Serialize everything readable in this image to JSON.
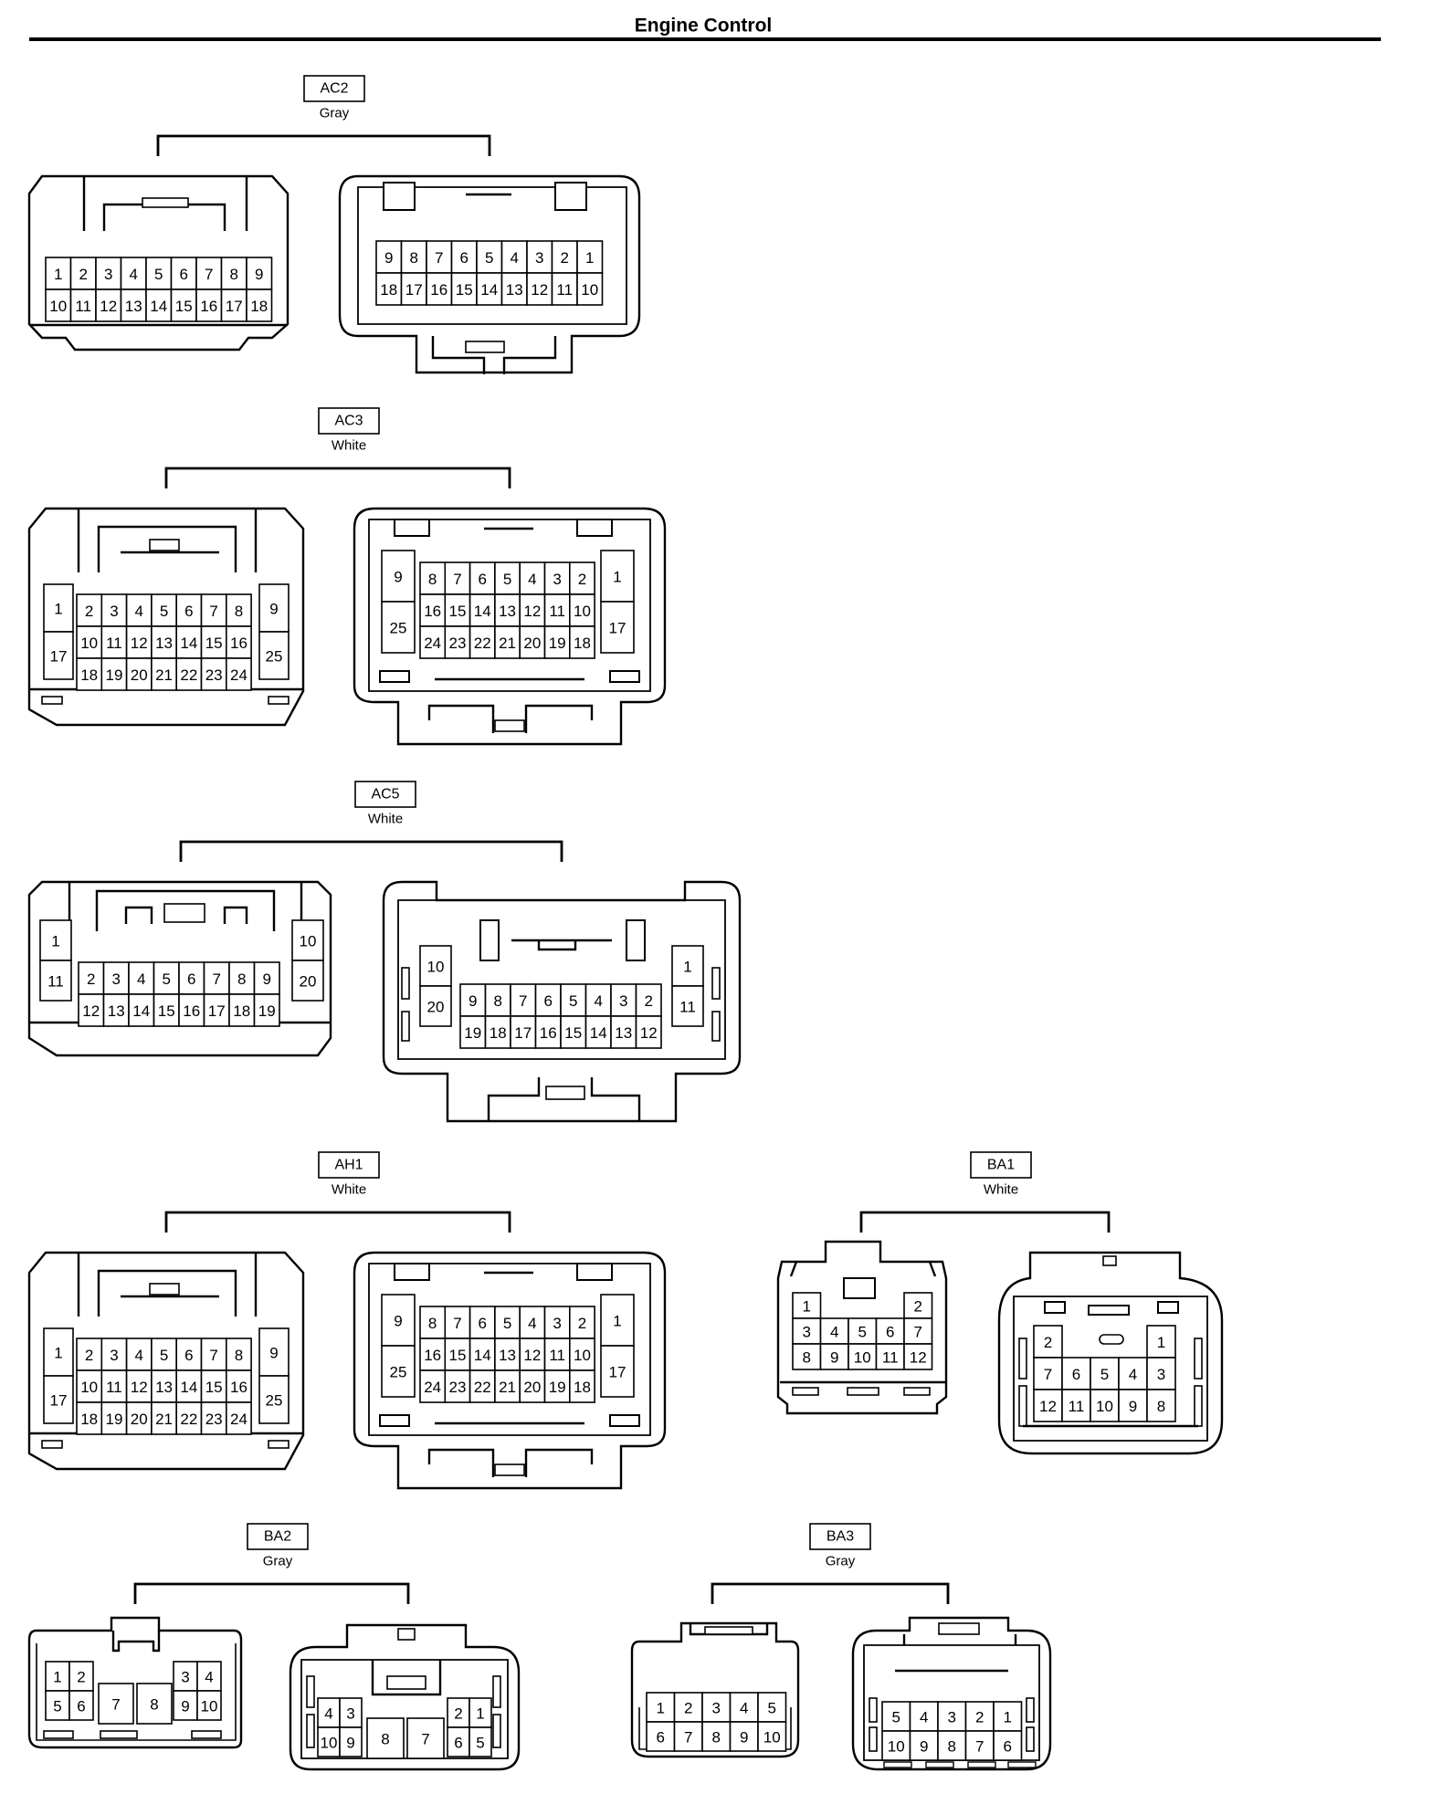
{
  "title": "Engine Control",
  "connectors": [
    {
      "id": "AC2",
      "color": "Gray",
      "views": [
        {
          "rows": [
            [
              "1",
              "2",
              "3",
              "4",
              "5",
              "6",
              "7",
              "8",
              "9"
            ],
            [
              "10",
              "11",
              "12",
              "13",
              "14",
              "15",
              "16",
              "17",
              "18"
            ]
          ]
        },
        {
          "rows": [
            [
              "9",
              "8",
              "7",
              "6",
              "5",
              "4",
              "3",
              "2",
              "1"
            ],
            [
              "18",
              "17",
              "16",
              "15",
              "14",
              "13",
              "12",
              "11",
              "10"
            ]
          ]
        }
      ]
    },
    {
      "id": "AC3",
      "color": "White",
      "views": [
        {
          "left": [
            "1",
            "17"
          ],
          "center": [
            [
              "2",
              "3",
              "4",
              "5",
              "6",
              "7",
              "8"
            ],
            [
              "10",
              "11",
              "12",
              "13",
              "14",
              "15",
              "16"
            ],
            [
              "18",
              "19",
              "20",
              "21",
              "22",
              "23",
              "24"
            ]
          ],
          "right": [
            "9",
            "25"
          ]
        },
        {
          "left": [
            "9",
            "25"
          ],
          "center": [
            [
              "8",
              "7",
              "6",
              "5",
              "4",
              "3",
              "2"
            ],
            [
              "16",
              "15",
              "14",
              "13",
              "12",
              "11",
              "10"
            ],
            [
              "24",
              "23",
              "22",
              "21",
              "20",
              "19",
              "18"
            ]
          ],
          "right": [
            "1",
            "17"
          ]
        }
      ]
    },
    {
      "id": "AC5",
      "color": "White",
      "views": [
        {
          "left": [
            "1",
            "11"
          ],
          "center": [
            [
              "2",
              "3",
              "4",
              "5",
              "6",
              "7",
              "8",
              "9"
            ],
            [
              "12",
              "13",
              "14",
              "15",
              "16",
              "17",
              "18",
              "19"
            ]
          ],
          "right": [
            "10",
            "20"
          ]
        },
        {
          "left": [
            "10",
            "20"
          ],
          "center": [
            [
              "9",
              "8",
              "7",
              "6",
              "5",
              "4",
              "3",
              "2"
            ],
            [
              "19",
              "18",
              "17",
              "16",
              "15",
              "14",
              "13",
              "12"
            ]
          ],
          "right": [
            "1",
            "11"
          ]
        }
      ]
    },
    {
      "id": "AH1",
      "color": "White",
      "views": [
        {
          "left": [
            "1",
            "17"
          ],
          "center": [
            [
              "2",
              "3",
              "4",
              "5",
              "6",
              "7",
              "8"
            ],
            [
              "10",
              "11",
              "12",
              "13",
              "14",
              "15",
              "16"
            ],
            [
              "18",
              "19",
              "20",
              "21",
              "22",
              "23",
              "24"
            ]
          ],
          "right": [
            "9",
            "25"
          ]
        },
        {
          "left": [
            "9",
            "25"
          ],
          "center": [
            [
              "8",
              "7",
              "6",
              "5",
              "4",
              "3",
              "2"
            ],
            [
              "16",
              "15",
              "14",
              "13",
              "12",
              "11",
              "10"
            ],
            [
              "24",
              "23",
              "22",
              "21",
              "20",
              "19",
              "18"
            ]
          ],
          "right": [
            "1",
            "17"
          ]
        }
      ]
    },
    {
      "id": "BA1",
      "color": "White",
      "views": [
        {
          "rows": [
            [
              "1",
              "",
              "",
              "",
              "2"
            ],
            [
              "3",
              "4",
              "5",
              "6",
              "7"
            ],
            [
              "8",
              "9",
              "10",
              "11",
              "12"
            ]
          ]
        },
        {
          "rows": [
            [
              "2",
              "",
              "",
              "",
              "1"
            ],
            [
              "7",
              "6",
              "5",
              "4",
              "3"
            ],
            [
              "12",
              "11",
              "10",
              "9",
              "8"
            ]
          ]
        }
      ]
    },
    {
      "id": "BA2",
      "color": "Gray",
      "views": [
        {
          "pins": [
            "1",
            "2",
            "3",
            "4",
            "5",
            "6",
            "7",
            "8",
            "9",
            "10"
          ]
        },
        {
          "pins": [
            "4",
            "3",
            "2",
            "1",
            "10",
            "9",
            "8",
            "7",
            "6",
            "5"
          ]
        }
      ]
    },
    {
      "id": "BA3",
      "color": "Gray",
      "views": [
        {
          "rows": [
            [
              "1",
              "2",
              "3",
              "4",
              "5"
            ],
            [
              "6",
              "7",
              "8",
              "9",
              "10"
            ]
          ]
        },
        {
          "rows": [
            [
              "5",
              "4",
              "3",
              "2",
              "1"
            ],
            [
              "10",
              "9",
              "8",
              "7",
              "6"
            ]
          ]
        }
      ]
    }
  ]
}
